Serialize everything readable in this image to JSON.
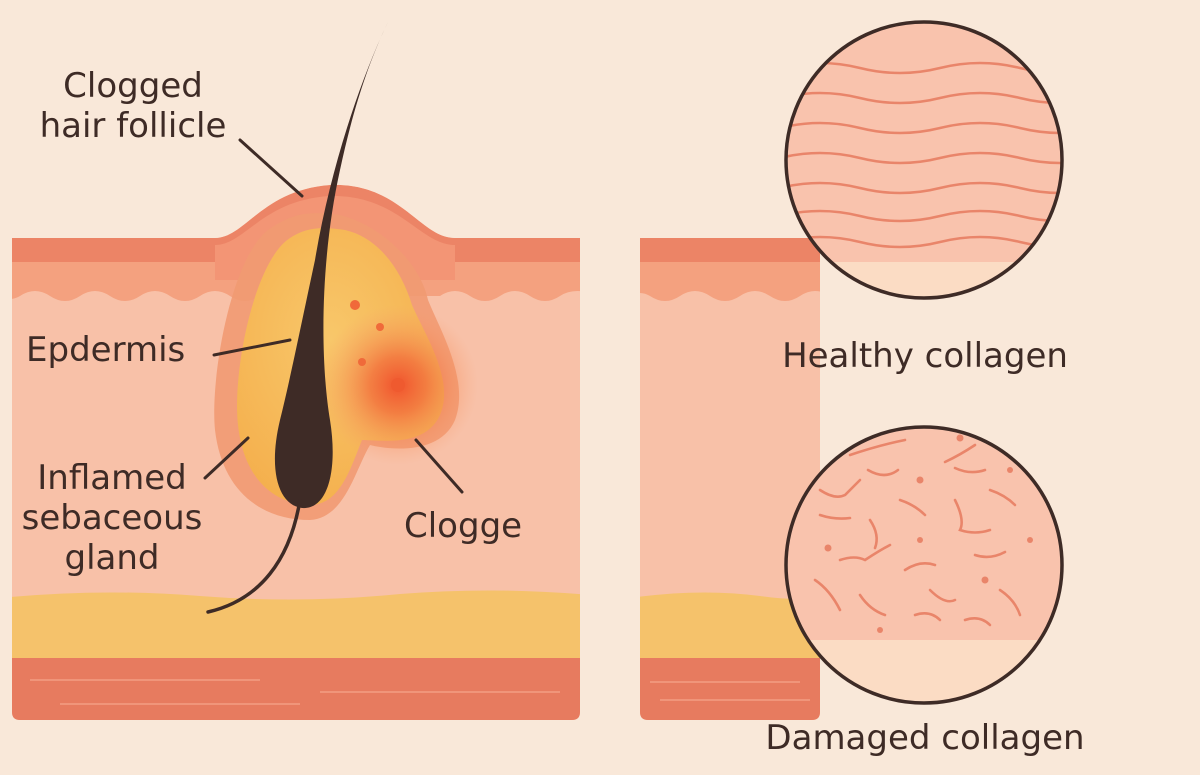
{
  "labels": {
    "clogged_follicle_line1": "Clogged",
    "clogged_follicle_line2": "hair follicle",
    "epidermis": "Epdermis",
    "inflamed_line1": "Inflamed",
    "inflamed_line2": "sebaceous",
    "inflamed_line3": "gland",
    "clogge": "Clogge",
    "healthy_collagen": "Healthy collagen",
    "damaged_collagen": "Damaged collagen"
  },
  "colors": {
    "background": "#f9e8d9",
    "skin_base": "#f8c1a8",
    "epidermis_band": "#ec8466",
    "epidermis_light": "#f4a17f",
    "fat_layer": "#f5c26b",
    "muscle_layer": "#e77b5f",
    "hair": "#3e2b26",
    "gland_fill": "#f6b854",
    "inflammation": "#f04d2a",
    "collagen_fiber": "#e9856a",
    "circle_outline": "#3e2b26"
  },
  "icons": [
    "hair-shaft",
    "sebaceous-gland",
    "inflammation-spot",
    "collagen-fibers"
  ]
}
